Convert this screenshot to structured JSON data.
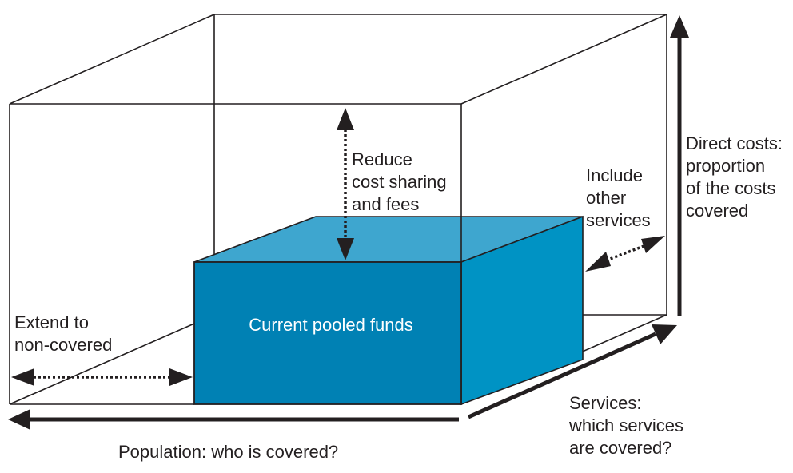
{
  "diagram": {
    "title": "Three dimensions of coverage",
    "colors": {
      "box_front": "#0081b4",
      "box_top": "#3ea6cf",
      "box_side": "#0093c4",
      "line": "#231f20",
      "background": "#ffffff"
    },
    "box_label": "Current pooled funds",
    "annotations": {
      "reduce_cost": [
        "Reduce",
        "cost sharing",
        "and fees"
      ],
      "include_services": [
        "Include",
        "other",
        "services"
      ],
      "extend": [
        "Extend to",
        "non-covered"
      ]
    },
    "axes": {
      "direct_costs": [
        "Direct costs:",
        "proportion",
        "of the costs",
        "covered"
      ],
      "services": [
        "Services:",
        "which services",
        "are covered?"
      ],
      "population": "Population: who is covered?"
    }
  }
}
